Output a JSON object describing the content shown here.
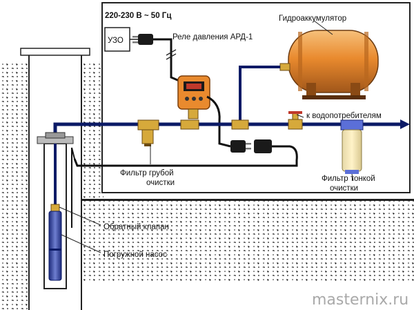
{
  "power": {
    "text": "220-230 В ~ 50 Гц"
  },
  "uzo": {
    "label": "УЗО"
  },
  "relay": {
    "label": "Реле давления АРД-1"
  },
  "accumulator": {
    "label": "Гидроаккумулятор"
  },
  "consumers": {
    "label": "к водопотребителям"
  },
  "coarse_filter": {
    "line1": "Фильтр грубой",
    "line2": "очистки"
  },
  "fine_filter": {
    "line1": "Фильтр тонкой",
    "line2": "очистки"
  },
  "check_valve": {
    "label": "Обратный клапан"
  },
  "pump": {
    "label": "Погружной насос"
  },
  "watermark": {
    "text": "masternix.ru"
  },
  "colors": {
    "pipe": "#0b1a66",
    "tank": "#e98a2e",
    "relay_body": "#e98a2e",
    "filter": "#f0d27a",
    "brass": "#d6a93b",
    "watermark": "#a9a9a9"
  }
}
